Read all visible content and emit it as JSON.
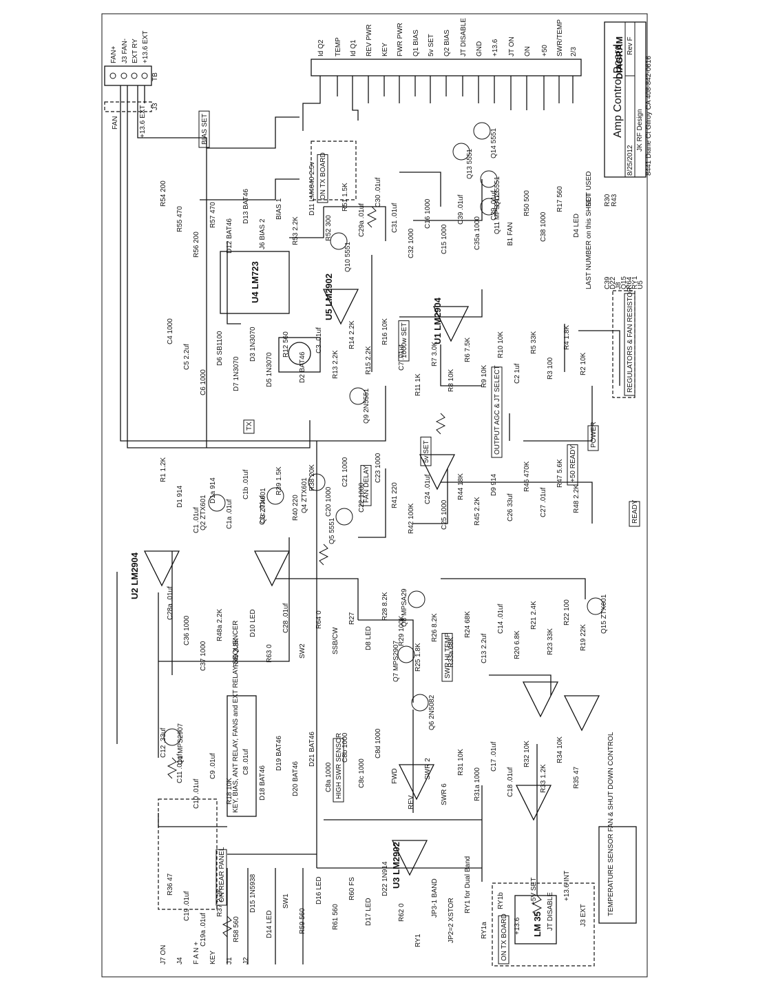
{
  "title_block": {
    "title": "Amp Control Board",
    "subtitle": "DIAGRAM",
    "date": "8/25/2012",
    "rev": "Rev F",
    "company": "JK RF Design",
    "address": "8441 Diane Ct Gilroy CA 408-842-0616"
  },
  "j7_pins": [
    "Id Q2",
    "TEMP",
    "Id Q1",
    "REV PWR",
    "KEY",
    "FWR PWR",
    "Q1 BIAS",
    "5v SET",
    "Q2 BIAS",
    "JT DISABLE",
    "GND",
    "+13.6",
    "JT ON",
    "ON",
    "+50",
    "SWR/TEMP",
    "2/3"
  ],
  "fan_terminals": [
    "FAN+",
    "J3 FAN-",
    "EXT RY",
    "+13.6 EXT"
  ],
  "fan_terminal_labels": [
    "FAN",
    "+13.6 EXT",
    "J3",
    "TB"
  ],
  "boxed_labels": [
    "BIAS SET",
    "ON TX BOARD",
    "1000w SET",
    "5v SET",
    "OUTPUT AGC & JT SELECT",
    "FAN DELAY",
    "TX",
    "POWER",
    "+50 READY",
    "READY",
    "SWR HI TEMP",
    "HIGH SWR SENSOR",
    "ON REAR PANEL",
    "ON TX BOARD",
    "REGULATORS & FAN RESISTOR"
  ],
  "block_notes": [
    "KEY, BIAS, ANT RELAY, FANS and EXT RELAY SEQUENCER",
    "TEMPERATURE SENSOR FAN & SHUT DOWN CONTROL",
    "LAST NUMBER on this SHEET",
    "NOT USED"
  ],
  "last_numbers": [
    "C39",
    "D22",
    "J8",
    "Q15",
    "R64",
    "RY1",
    "U5"
  ],
  "not_used": [
    "R30",
    "R43"
  ],
  "ics": [
    "U4 LM723",
    "U5 LM2902",
    "U1 LM2904",
    "U2 LM2904",
    "U3 LM2902",
    "LM 35"
  ],
  "transistors": [
    "Q1 MPS2907",
    "Q2 ZTX601",
    "Q3 ZTX601",
    "Q4 ZTX601",
    "Q5 5551",
    "Q6 2N5082",
    "Q7 MPS2907",
    "Q8 MPSA29",
    "Q9 2N5551",
    "Q10 5551",
    "Q11 MPS A13",
    "Q12 5551",
    "Q13 5551",
    "Q14 5551",
    "Q15 ZTX601"
  ],
  "labels": [
    "R54 200",
    "R55 470",
    "R56 200",
    "R57 470",
    "D12 BAT46",
    "D13 BAT46",
    "J6 BIAS 2",
    "BIAS 1",
    "R53 2.2K",
    "D11 LM4040 2.5v",
    "R52 300",
    "R51 1.5K",
    "C29a .01uf",
    "C30 .01uf",
    "C31 .01uf",
    "C32 1000",
    "C16 1000",
    "C15 1000",
    "C39 .01uf",
    "C35a 1000",
    "C29 .01uf",
    "B1 FAN",
    "R50 500",
    "C38 1000",
    "R17 560",
    "D4 LED",
    "C4 1000",
    "C5 2.2uf",
    "C6 1000",
    "D6 SB1100",
    "D7 1N3070",
    "D3 1N3070",
    "D5 1N3070",
    "R12 560",
    "D2 BAT46",
    "C3 .01uf",
    "R13 2.2K",
    "R14 2.2K",
    "R15 2.2K",
    "R16 10K",
    "C7 .01uf",
    "R11 1K",
    "R7 3.0K",
    "R8 10K",
    "R6 7.5K",
    "R9 10K",
    "R10 10K",
    "C2 1uf",
    "R5 33K",
    "R3 100",
    "R4 1.8K",
    "R2 10K",
    "R1 1.2K",
    "D1 914",
    "C1 .01uf",
    "D1a 914",
    "C1a .01uf",
    "C1b .01uf",
    "C1c .01uf",
    "R39 1.5K",
    "R40 220",
    "R38 20K",
    "C20 1000",
    "C21 1000",
    "C22 1000",
    "C23 1000",
    "R41 220",
    "R42 100K",
    "C24 .01uf",
    "C25 1000",
    "R44 18K",
    "R45 2.2K",
    "D9 914",
    "C26 33uf",
    "R46 470K",
    "C27 .01uf",
    "R47 5.6K",
    "R48 2.2K",
    "C28a .01uf",
    "C36 1000",
    "C37 1000",
    "R48a 2.2K",
    "R49 3.3K",
    "D10 LED",
    "R63 0",
    "C28 .01uf",
    "SW2",
    "R64 0",
    "SSB/CW",
    "R27",
    "D8 LED",
    "R28 8.2K",
    "R29 100K",
    "R25 1.8K",
    "R26 8.2K",
    "R33a 68K",
    "R24 68K",
    "C13 2.2uf",
    "C14 .01uf",
    "R20 6.8K",
    "R21 2.4K",
    "R23 33K",
    "R22 100",
    "R19 22K",
    "C12 .33uf",
    "C11 .01uf",
    "C10 .01uf",
    "C9 .01uf",
    "R18 10K",
    "C8 .01uf",
    "D18 BAT46",
    "D19 BAT46",
    "D20 BAT46",
    "D21 BAT46",
    "C8a 1000",
    "C8b 1000",
    "C8c 1000",
    "C8d 1000",
    "FWD",
    "REV",
    "SWR 2",
    "SWR 6",
    "R31 10K",
    "R31a 1000",
    "C17 .01uf",
    "C18 .01uf",
    "R32 10K",
    "R33 1.2K",
    "R34 10K",
    "R35 47",
    "R36 47",
    "C19 .01uf",
    "C19a .01uf",
    "R37 2.2K",
    "R58 560",
    "D15 1N5938",
    "D14 LED",
    "SW1",
    "R59 560",
    "D16 LED",
    "R61 560",
    "R60 FS",
    "D17 LED",
    "D22 1N914",
    "R62 0",
    "RY1",
    "JP3-1 BAND",
    "JP2=2 XSTOR",
    "RY1 for Dual Band",
    "RY1a",
    "RY1b",
    "+13.6",
    "+5V SET",
    "JT DISABLE",
    "+13.6 INT",
    "J3 EXT",
    "J7 ON",
    "J4",
    "F A N +",
    "KEY",
    "J1",
    "J2"
  ]
}
